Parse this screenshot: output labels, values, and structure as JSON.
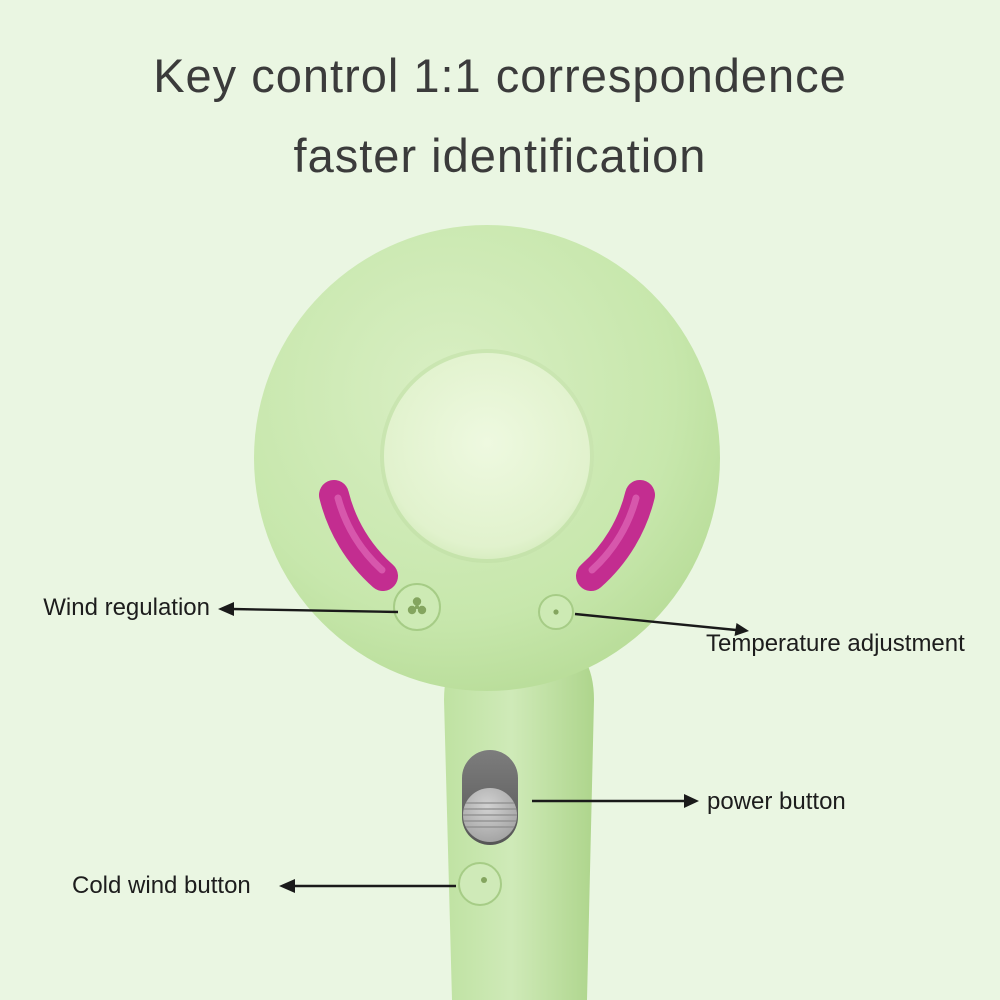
{
  "title": {
    "line1": "Key control 1:1 correspondence",
    "line2": "faster identification"
  },
  "callouts": {
    "wind_regulation": "Wind regulation",
    "temperature_adjustment": "Temperature adjustment",
    "power_button": "power button",
    "cold_wind_button": "Cold wind button"
  },
  "icons": {
    "wind_regulation_button": "fan-icon",
    "temperature_button": "dot-icon"
  },
  "colors": {
    "background": "#eaf6e2",
    "text": "#3b3b3b",
    "label_text": "#1d1d1d",
    "arrow": "#1a1a1a",
    "dryer_green": "#c7e7ac",
    "dryer_green_dark": "#b2d991",
    "dryer_hole": "#e4f4d2",
    "accent_magenta": "#c32d90",
    "button_detail_green": "#84a55f",
    "power_gray_dark": "#6b6b6b",
    "power_gray_light": "#bfbfbf"
  }
}
